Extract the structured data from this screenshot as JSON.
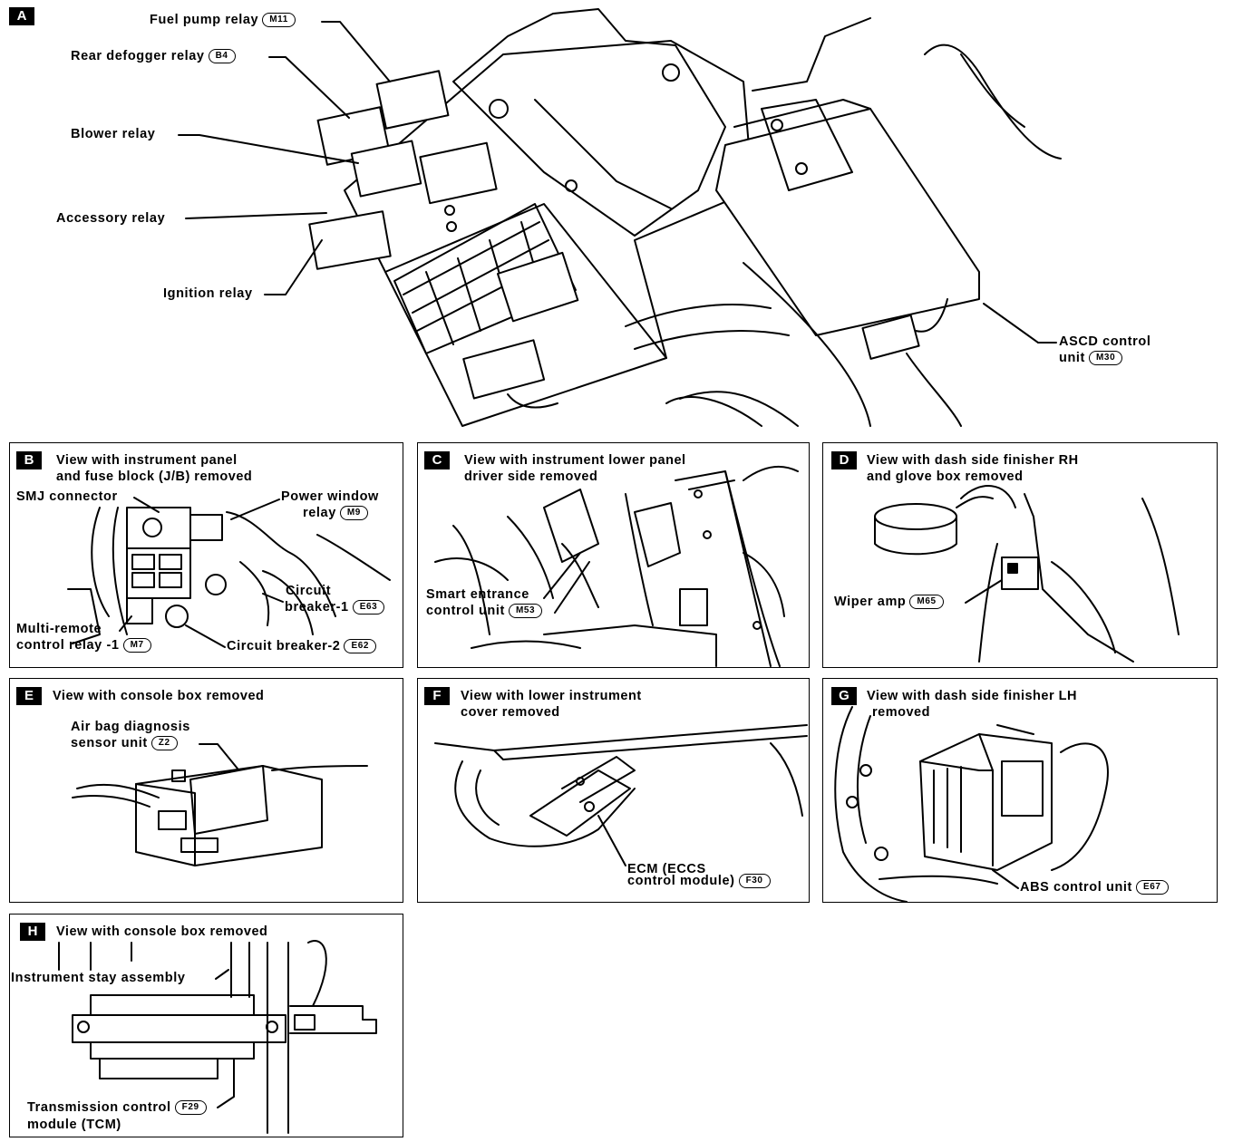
{
  "main": {
    "letter": "A",
    "labels": {
      "fuel_pump_relay": "Fuel pump relay",
      "fuel_pump_relay_code": "M11",
      "rear_defogger_relay": "Rear defogger relay",
      "rear_defogger_relay_code": "B4",
      "blower_relay": "Blower  relay",
      "accessory_relay": "Accessory relay",
      "ignition_relay": "Ignition relay",
      "ascd_line1": "ASCD control",
      "ascd_line2": "unit",
      "ascd_code": "M30"
    }
  },
  "panels": {
    "b": {
      "letter": "B",
      "title1": "View with instrument panel",
      "title2": "and fuse block (J/B) removed",
      "smj": "SMJ connector",
      "power_window1": "Power window",
      "power_window2": "relay",
      "power_window_code": "M9",
      "cb1_line1": "Circuit",
      "cb1_line2": "breaker-1",
      "cb1_code": "E63",
      "multi1": "Multi-remote",
      "multi2": "control relay -1",
      "multi_code": "M7",
      "cb2": "Circuit breaker-2",
      "cb2_code": "E62"
    },
    "c": {
      "letter": "C",
      "title1": "View with instrument lower panel",
      "title2": "driver side removed",
      "smart1": "Smart entrance",
      "smart2": "control unit",
      "smart_code": "M53"
    },
    "d": {
      "letter": "D",
      "title1": "View with dash side finisher RH",
      "title2": "and glove box removed",
      "wiper": "Wiper amp",
      "wiper_code": "M65"
    },
    "e": {
      "letter": "E",
      "title1": "View with console box removed",
      "airbag1": "Air bag diagnosis",
      "airbag2": "sensor unit",
      "airbag_code": "Z2"
    },
    "f": {
      "letter": "F",
      "title1": "View with lower instrument",
      "title2": "cover removed",
      "ecm1": "ECM (ECCS",
      "ecm2": "control module)",
      "ecm_code": "F30"
    },
    "g": {
      "letter": "G",
      "title1": "View with dash side finisher LH",
      "title2": "removed",
      "abs": "ABS control unit",
      "abs_code": "E67"
    },
    "h": {
      "letter": "H",
      "title1": "View with console box removed",
      "stay": "Instrument stay assembly",
      "tcm1": "Transmission control",
      "tcm2": "module (TCM)",
      "tcm_code": "F29"
    }
  }
}
